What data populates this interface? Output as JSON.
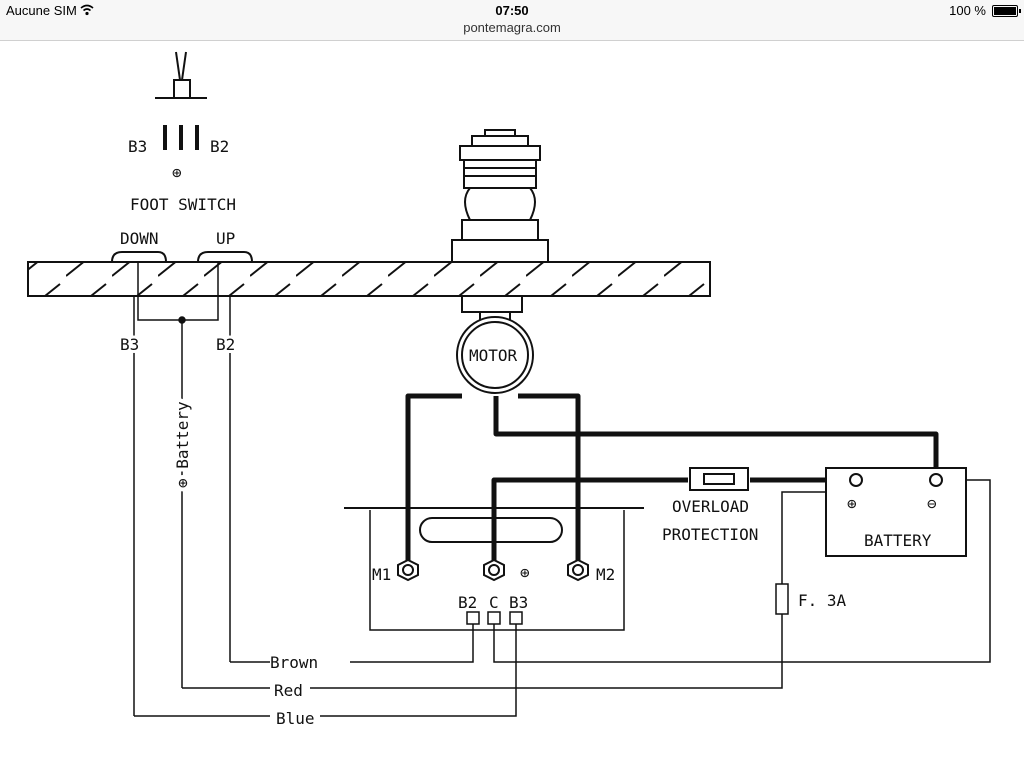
{
  "status_bar": {
    "carrier": "Aucune SIM",
    "time": "07:50",
    "url": "pontemagra.com",
    "battery_pct": "100 %"
  },
  "diagram": {
    "foot_switch": {
      "title": "FOOT SWITCH",
      "plug_left": "B3",
      "plug_right": "B2",
      "plus": "⊕",
      "down": "DOWN",
      "up": "UP",
      "wire_left": "B3",
      "wire_right": "B2",
      "battery_wire": "⊕ Battery"
    },
    "motor": "MOTOR",
    "control_box": {
      "m1": "M1",
      "m2": "M2",
      "plus": "⊕",
      "b2": "B2",
      "c": "C",
      "b3": "B3"
    },
    "overload": [
      "OVERLOAD",
      "PROTECTION"
    ],
    "battery": {
      "label": "BATTERY",
      "plus": "⊕",
      "minus": "⊖"
    },
    "fuse": "F. 3A",
    "wires": {
      "brown": "Brown",
      "red": "Red",
      "blue": "Blue"
    }
  }
}
